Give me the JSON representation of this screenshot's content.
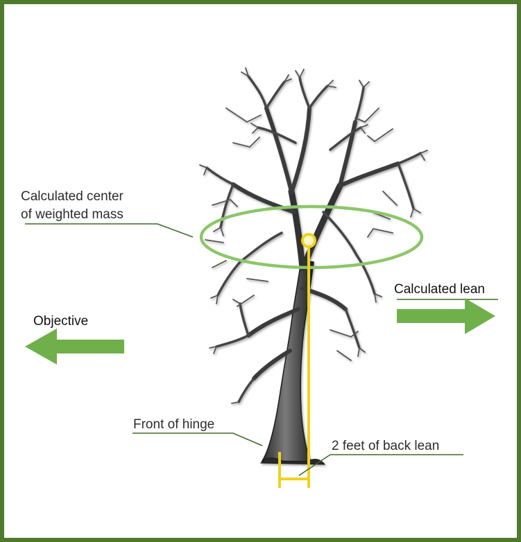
{
  "labels": {
    "center_mass_line1": "Calculated center",
    "center_mass_line2": "of weighted mass",
    "calculated_lean": "Calculated lean",
    "objective": "Objective",
    "front_of_hinge": "Front of hinge",
    "back_lean": "2 feet of back lean"
  },
  "colors": {
    "frame": "#4f7a2c",
    "arrow": "#6fb04a",
    "ellipse": "#8cc66a",
    "plumb": "#f0d21e",
    "leader": "#3d6b24",
    "trunk": "#3a3a3a"
  },
  "icons": {
    "left_arrow": "arrow-left-icon",
    "right_arrow": "arrow-right-icon",
    "tree": "tree-illustration"
  }
}
